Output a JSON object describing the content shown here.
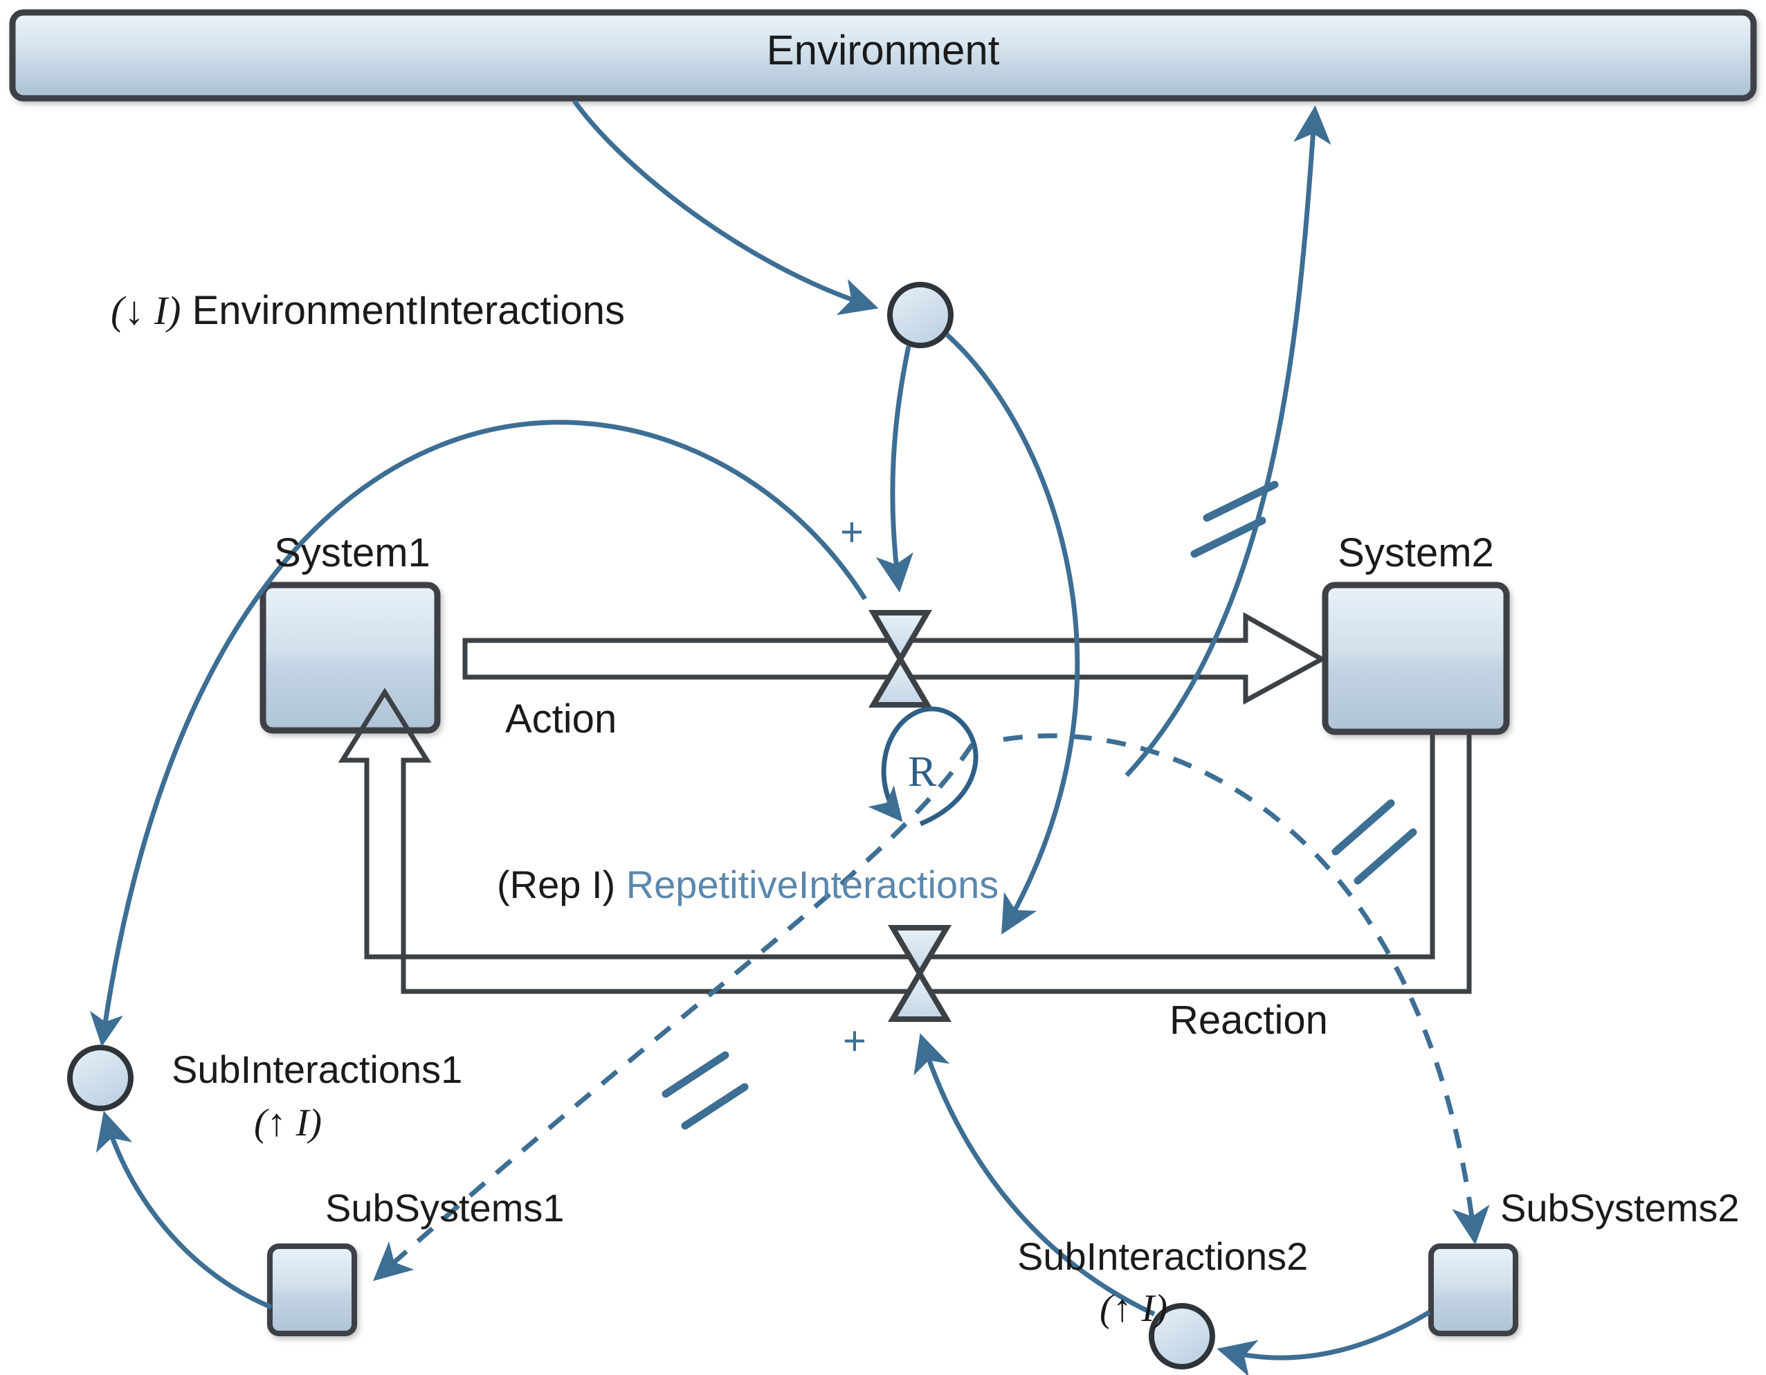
{
  "diagram": {
    "title_text": "Environment",
    "type": "system-dynamics-causal-loop",
    "nodes": {
      "environment": {
        "label": "Environment",
        "shape": "wide-bar"
      },
      "system1": {
        "label": "System1",
        "shape": "stock-box"
      },
      "system2": {
        "label": "System2",
        "shape": "stock-box"
      },
      "subsystems1": {
        "label": "SubSystems1",
        "shape": "small-stock-box"
      },
      "subsystems2": {
        "label": "SubSystems2",
        "shape": "small-stock-box"
      },
      "environment_interactions": {
        "label": "(↓ I) EnvironmentInteractions",
        "prefix": "(↓ I)",
        "name": "EnvironmentInteractions",
        "shape": "circle-node"
      },
      "subinteractions1": {
        "label": "SubInteractions1",
        "sublabel": "(↑ I)",
        "shape": "circle-node"
      },
      "subinteractions2": {
        "label": "SubInteractions2",
        "sublabel": "(↑ I)",
        "shape": "circle-node"
      }
    },
    "flows": {
      "action": {
        "label": "Action",
        "valve": "hourglass",
        "direction": "system1-to-system2"
      },
      "reaction": {
        "label": "Reaction",
        "valve": "hourglass",
        "direction": "system2-to-system1"
      },
      "repetitive": {
        "prefix": "(Rep I)",
        "name": "RepetitiveInteractions",
        "prefix_color": "#1a1a1a",
        "name_color": "#5a87ad"
      }
    },
    "annotations": {
      "plus_action": "+",
      "plus_reaction": "+",
      "loop_marker": "R"
    },
    "colors": {
      "link": "#3d6e94",
      "box_fill_top": "#dfe9f2",
      "box_fill_bottom": "#b5c8d8",
      "box_border": "#3c4145",
      "accent_blue": "#5a87ad",
      "text": "#1a1a1a",
      "valve_fill": "#d6e4f0"
    }
  }
}
